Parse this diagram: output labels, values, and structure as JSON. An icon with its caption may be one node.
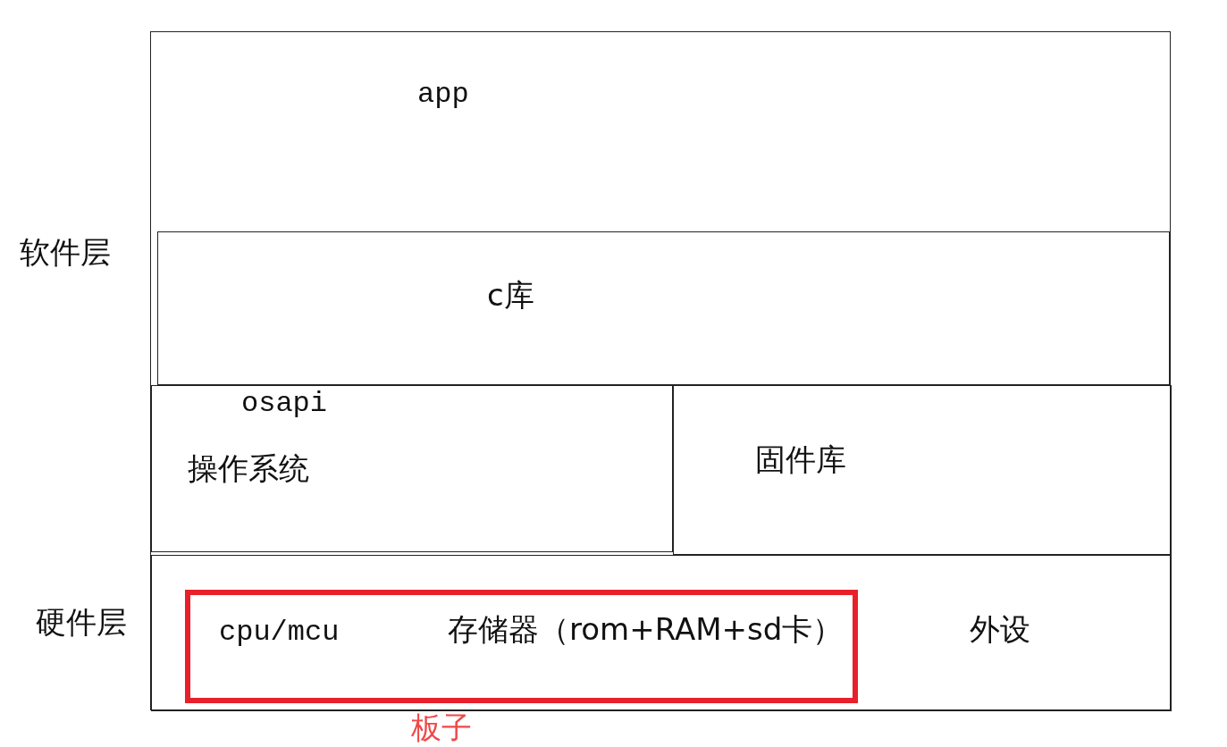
{
  "diagram": {
    "nodes": [
      {
        "text": [
          "app"
        ]
      },
      {
        "text": [
          "c库"
        ],
        "in": 0
      },
      {
        "text": [
          "osapi",
          "操作系统"
        ],
        "in": 0
      },
      {
        "text": [
          "固件库"
        ],
        "in": 0
      },
      {
        "text": [
          "外设"
        ],
        "in": 0
      },
      {
        "text": [
          "cpu/mcu",
          "存储器（rom+RAM+sd卡）",
          "板子"
        ],
        "in": 4
      }
    ],
    "edges": [],
    "labels": [
      "软件层",
      "硬件层"
    ]
  }
}
